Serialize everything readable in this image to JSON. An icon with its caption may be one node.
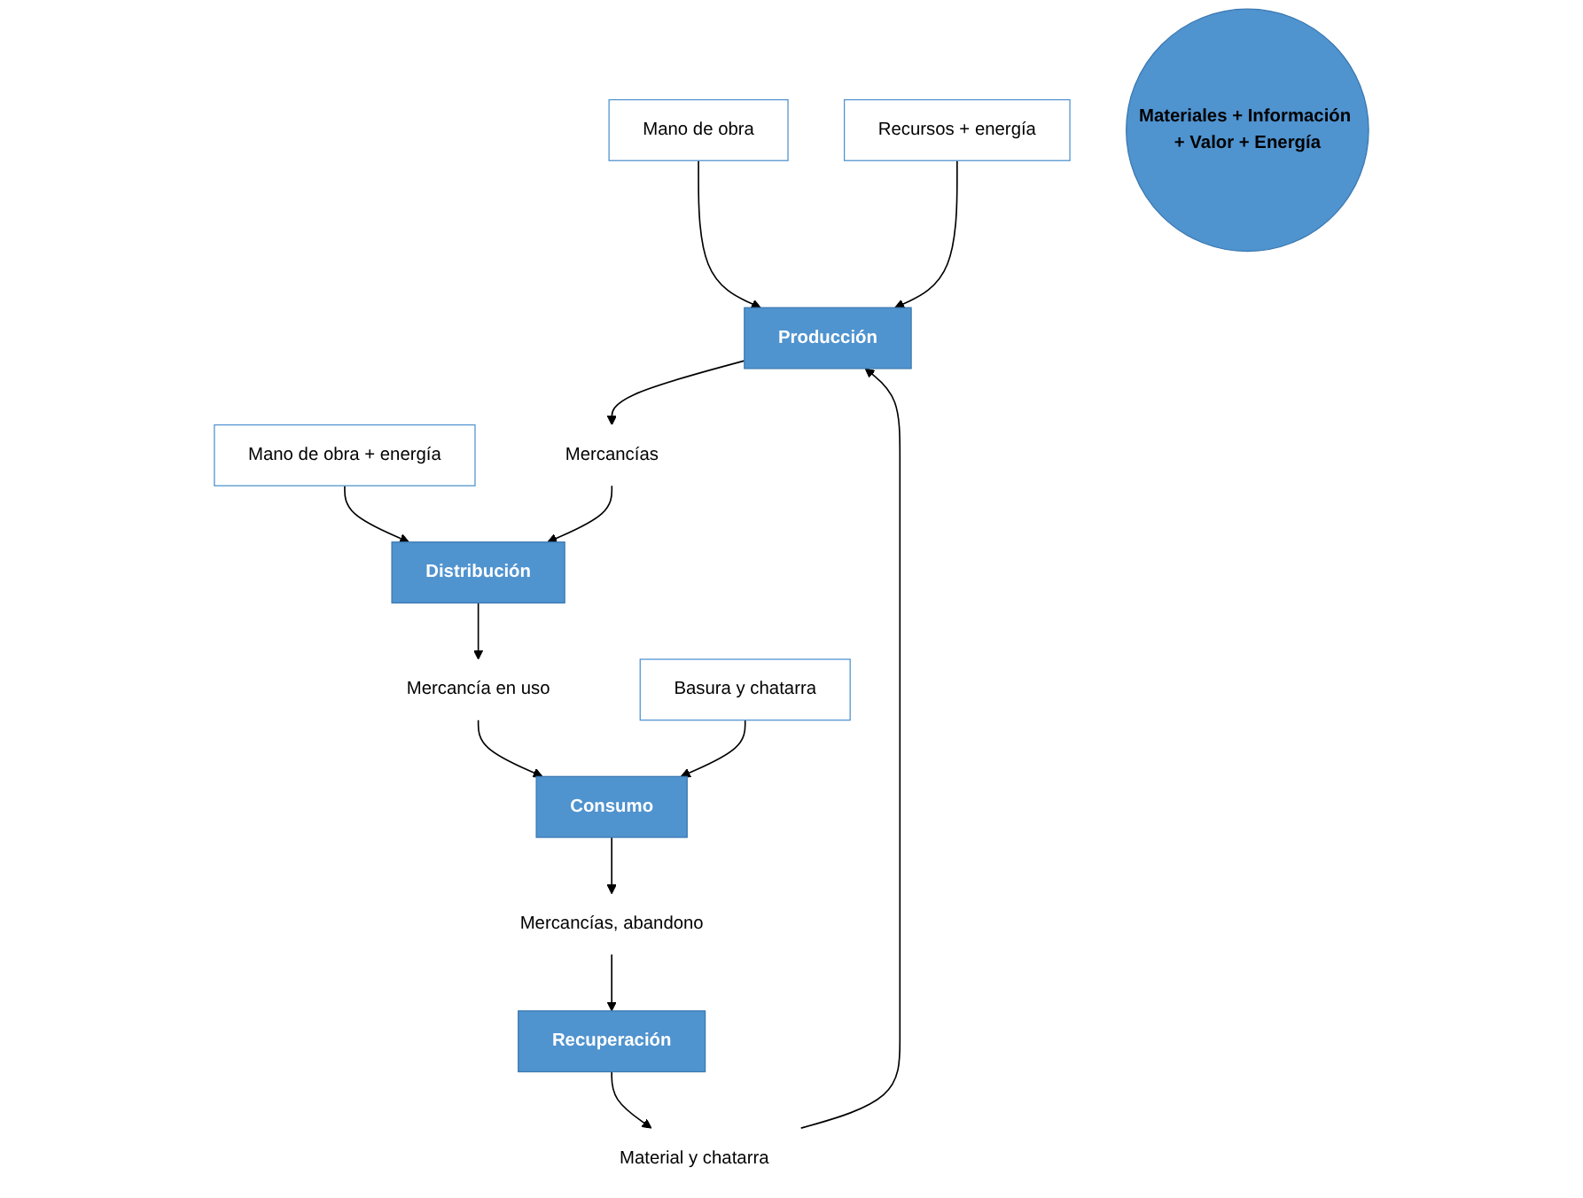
{
  "diagram": {
    "nodes": [
      {
        "text": [
          "Producción"
        ]
      },
      {
        "text": [
          "Mano de obra"
        ]
      },
      {
        "text": [
          "Recursos + energía"
        ]
      },
      {
        "text": [
          "Material y chatarra"
        ]
      },
      {
        "text": [
          "Mano de obra + energía"
        ]
      },
      {
        "text": [
          "Mercancías"
        ]
      },
      {
        "text": [
          "Distribución"
        ]
      },
      {
        "text": [
          "Materiales + Información + Valor + Energía"
        ]
      },
      {
        "text": [
          "Recuperación"
        ]
      },
      {
        "text": [
          "Mercancías, abandono"
        ]
      },
      {
        "text": [
          "Mercancía en uso"
        ]
      },
      {
        "text": [
          "Consumo"
        ]
      },
      {
        "text": [
          "Basura y chatarra"
        ]
      }
    ],
    "edges": [
      {
        "from": 1,
        "to": 0,
        "arrow": "to"
      },
      {
        "from": 2,
        "to": 0,
        "arrow": "to"
      },
      {
        "from": 3,
        "to": 0,
        "arrow": "to"
      },
      {
        "from": 0,
        "to": 5,
        "arrow": "to"
      },
      {
        "from": 4,
        "to": 6,
        "arrow": "to"
      },
      {
        "from": 5,
        "to": 6,
        "arrow": "to"
      },
      {
        "from": 6,
        "to": 10,
        "arrow": "to"
      },
      {
        "from": 10,
        "to": 11,
        "arrow": "to"
      },
      {
        "from": 11,
        "to": 9,
        "arrow": "to"
      },
      {
        "from": 12,
        "to": 11,
        "arrow": "to"
      },
      {
        "from": 9,
        "to": 8,
        "arrow": "to"
      },
      {
        "from": 8,
        "to": 3,
        "arrow": "to"
      }
    ]
  }
}
